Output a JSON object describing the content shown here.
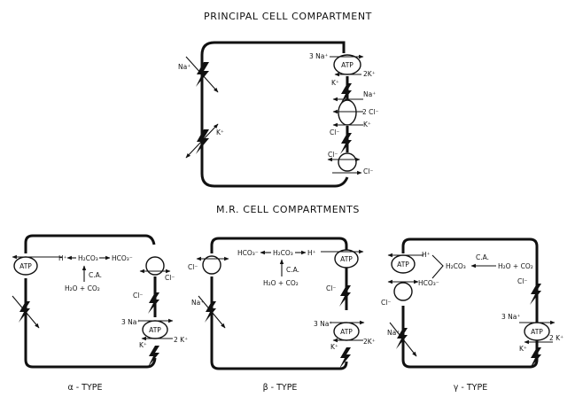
{
  "principal": {
    "title": "PRINCIPAL CELL COMPARTMENT",
    "na_left": "Na⁺",
    "k_left": "K⁺",
    "na3": "3 Na⁺",
    "atp": "ATP",
    "k2": "2K⁺",
    "k_pump": "K⁺",
    "na_cotrans": "Na⁺",
    "cl2": "2 Cl⁻",
    "k_cotrans": "K⁺",
    "cl_channel": "Cl⁻",
    "cl_ex_in": "Cl⁻",
    "cl_ex_out": "Cl⁻"
  },
  "mr": {
    "title": "M.R. CELL COMPARTMENTS"
  },
  "alpha": {
    "caption": "α - TYPE",
    "atp": "ATP",
    "h": "H⁺",
    "h2co3": "H₂CO₃",
    "hco3": "HCO₃⁻",
    "ca": "C.A.",
    "h2o_co2": "H₂O + CO₂",
    "cl_out": "Cl⁻",
    "cl_channel": "Cl⁻",
    "na3": "3 Na⁺",
    "atp_pump": "ATP",
    "k2": "2 K⁺",
    "k_pump": "K⁺"
  },
  "beta": {
    "caption": "β - TYPE",
    "cl_out": "Cl⁻",
    "hco3": "HCO₃⁻",
    "h2co3": "H₂CO₃",
    "h": "H⁺",
    "atp": "ATP",
    "ca": "C.A.",
    "h2o_co2": "H₂O + CO₂",
    "na_left": "Na⁺",
    "cl_channel": "Cl⁻",
    "na3": "3 Na⁺",
    "atp_pump": "ATP",
    "k2": "2K⁺",
    "k_pump": "K⁺"
  },
  "gamma": {
    "caption": "γ - TYPE",
    "atp": "ATP",
    "h": "H⁺",
    "h2co3": "H₂CO₃",
    "ca": "C.A.",
    "h2o_co2": "H₂O + CO₂",
    "hco3": "HCO₃⁻",
    "cl_ex": "Cl⁻",
    "cl_channel": "Cl⁻",
    "na_left": "Na⁺",
    "na3": "3 Na⁺",
    "atp_pump": "ATP",
    "k2": "2 K⁺",
    "k_pump": "K⁺"
  }
}
